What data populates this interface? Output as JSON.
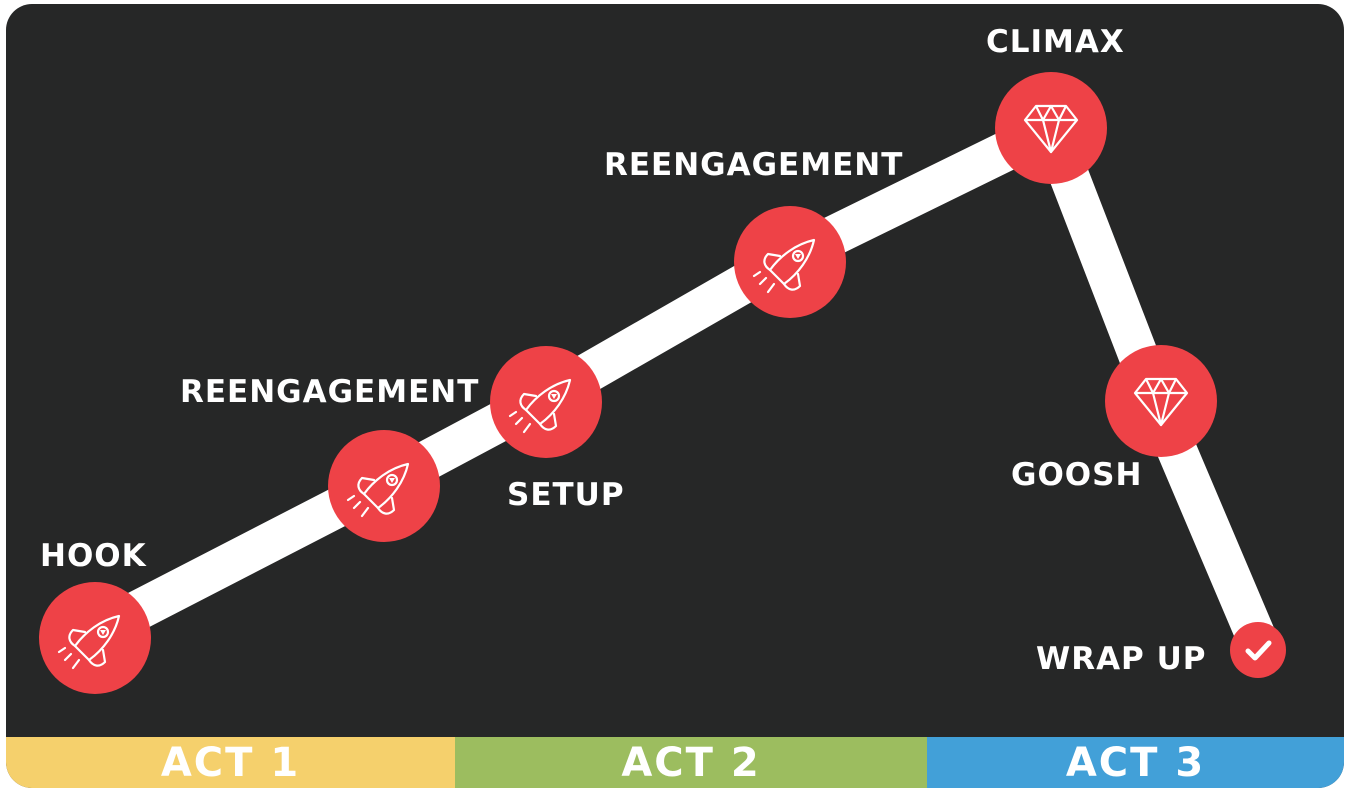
{
  "colors": {
    "background": "#262727",
    "path": "#ffffff",
    "node": "#ee4247",
    "act1": "#f5d06c",
    "act2": "#9cbd5f",
    "act3": "#42a0d8"
  },
  "nodes": [
    {
      "id": "hook",
      "icon": "rocket-icon",
      "label": "HOOK"
    },
    {
      "id": "reengagement-1",
      "icon": "rocket-icon",
      "label": "REENGAGEMENT"
    },
    {
      "id": "setup",
      "icon": "rocket-icon",
      "label": "SETUP"
    },
    {
      "id": "reengagement-2",
      "icon": "rocket-icon",
      "label": "REENGAGEMENT"
    },
    {
      "id": "climax",
      "icon": "diamond-icon",
      "label": "CLIMAX"
    },
    {
      "id": "goosh",
      "icon": "diamond-icon",
      "label": "GOOSH"
    },
    {
      "id": "wrap-up",
      "icon": "check-icon",
      "label": "WRAP UP"
    }
  ],
  "acts": [
    {
      "label": "ACT 1"
    },
    {
      "label": "ACT 2"
    },
    {
      "label": "ACT 3"
    }
  ]
}
